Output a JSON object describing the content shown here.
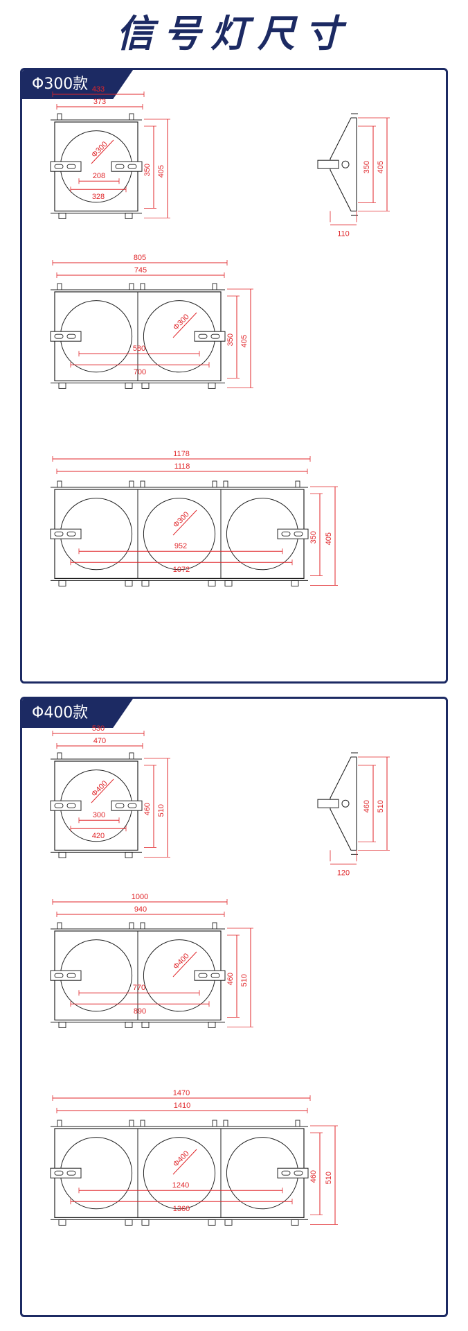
{
  "page_title": "信号灯尺寸",
  "sections": [
    {
      "tag": "Φ300款",
      "single": {
        "outer_width": "433",
        "inner_width": "373",
        "lamp_diameter": "Φ300",
        "mount_inner": "208",
        "mount_outer": "328",
        "inner_height": "350",
        "outer_height": "405"
      },
      "side": {
        "inner_height": "350",
        "outer_height": "405",
        "depth": "110"
      },
      "double": {
        "outer_width": "805",
        "inner_width": "745",
        "lamp_diameter": "Φ300",
        "mount_inner": "580",
        "mount_outer": "700",
        "inner_height": "350",
        "outer_height": "405"
      },
      "triple": {
        "outer_width": "1178",
        "inner_width": "1118",
        "lamp_diameter": "Φ300",
        "mount_inner": "952",
        "mount_outer": "1072",
        "inner_height": "350",
        "outer_height": "405"
      }
    },
    {
      "tag": "Φ400款",
      "single": {
        "outer_width": "530",
        "inner_width": "470",
        "lamp_diameter": "Φ400",
        "mount_inner": "300",
        "mount_outer": "420",
        "inner_height": "460",
        "outer_height": "510"
      },
      "side": {
        "inner_height": "460",
        "outer_height": "510",
        "depth": "120"
      },
      "double": {
        "outer_width": "1000",
        "inner_width": "940",
        "lamp_diameter": "Φ400",
        "mount_inner": "770",
        "mount_outer": "890",
        "inner_height": "460",
        "outer_height": "510"
      },
      "triple": {
        "outer_width": "1470",
        "inner_width": "1410",
        "lamp_diameter": "Φ400",
        "mount_inner": "1240",
        "mount_outer": "1360",
        "inner_height": "460",
        "outer_height": "510"
      }
    }
  ],
  "colors": {
    "frame": "#1c2a63",
    "dimension": "#e0262a",
    "drawing": "#222222"
  }
}
